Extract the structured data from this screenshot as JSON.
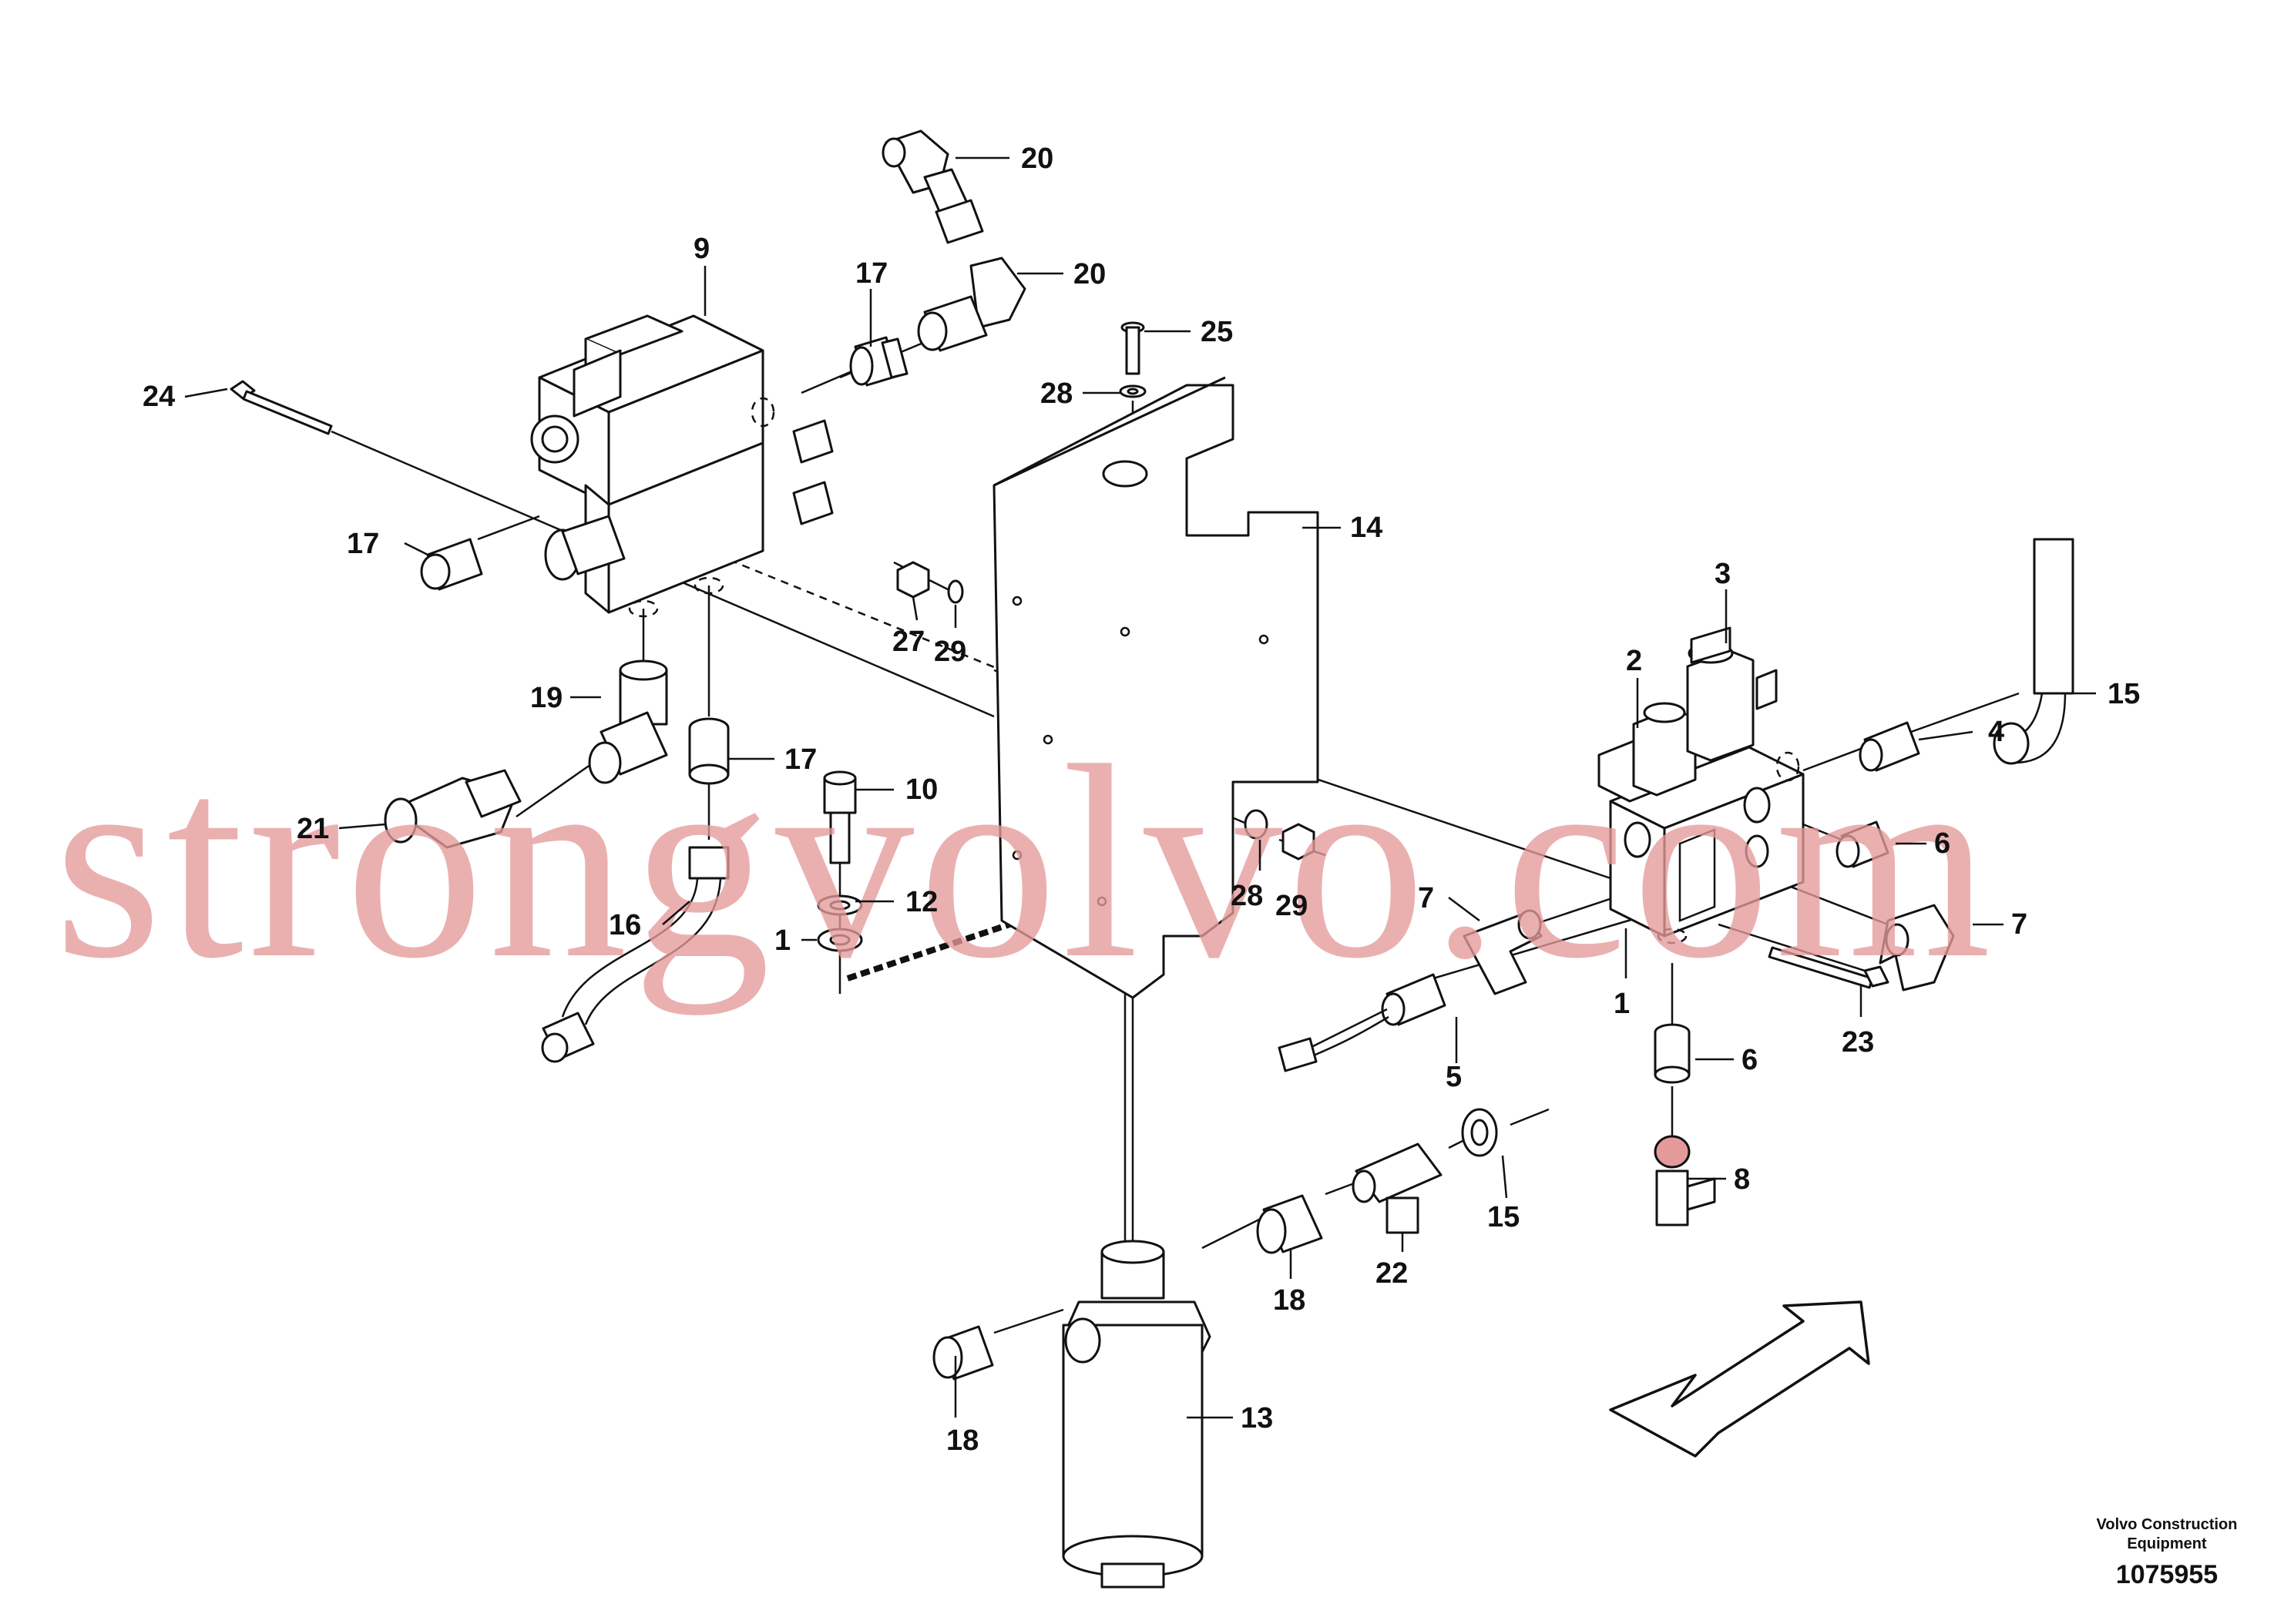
{
  "diagram": {
    "callouts": [
      "1",
      "1",
      "2",
      "3",
      "4",
      "5",
      "6",
      "6",
      "7",
      "7",
      "8",
      "9",
      "10",
      "12",
      "13",
      "14",
      "15",
      "15",
      "16",
      "17",
      "17",
      "17",
      "18",
      "18",
      "19",
      "20",
      "20",
      "21",
      "22",
      "23",
      "24",
      "25",
      "27",
      "28",
      "28",
      "29",
      "29"
    ]
  },
  "watermark": {
    "text": "strongvolvo.com",
    "color": "#e59a9a"
  },
  "credit": {
    "line1": "Volvo Construction",
    "line2": "Equipment",
    "number": "1075955"
  },
  "icons": [
    "direction-arrow-icon"
  ]
}
